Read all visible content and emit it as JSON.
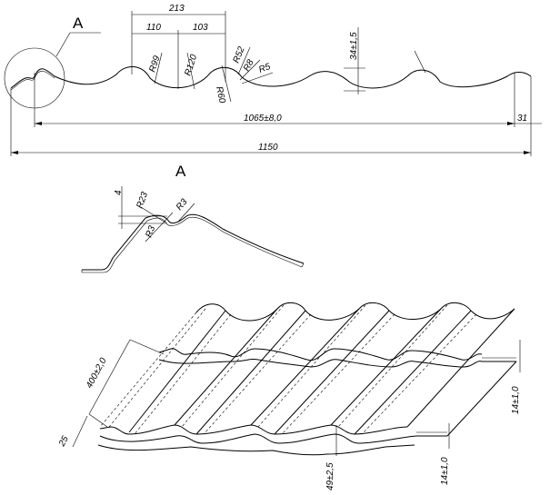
{
  "views": {
    "detail_callout_label": "A",
    "detail_view_title": "A"
  },
  "profile_dimensions": {
    "pitch_total": "213",
    "pitch_part_1": "110",
    "pitch_part_2": "103",
    "radius_1": "R99",
    "radius_2": "R120",
    "radius_3": "R52",
    "radius_4": "R8",
    "radius_5": "R5",
    "radius_6": "R60",
    "wave_height": "34±1,5",
    "effective_width": "1065±8,0",
    "overlap_width": "31",
    "total_width": "1150"
  },
  "detail_dimensions": {
    "thickness": "4",
    "radius_a": "R23",
    "radius_b": "R3",
    "radius_c": "R3"
  },
  "sheet_dimensions": {
    "step_length": "400±2,0",
    "edge_offset": "25",
    "step_height_right": "14±1,0",
    "step_height_bottom": "14±1,0",
    "profile_height": "49±2,5"
  }
}
